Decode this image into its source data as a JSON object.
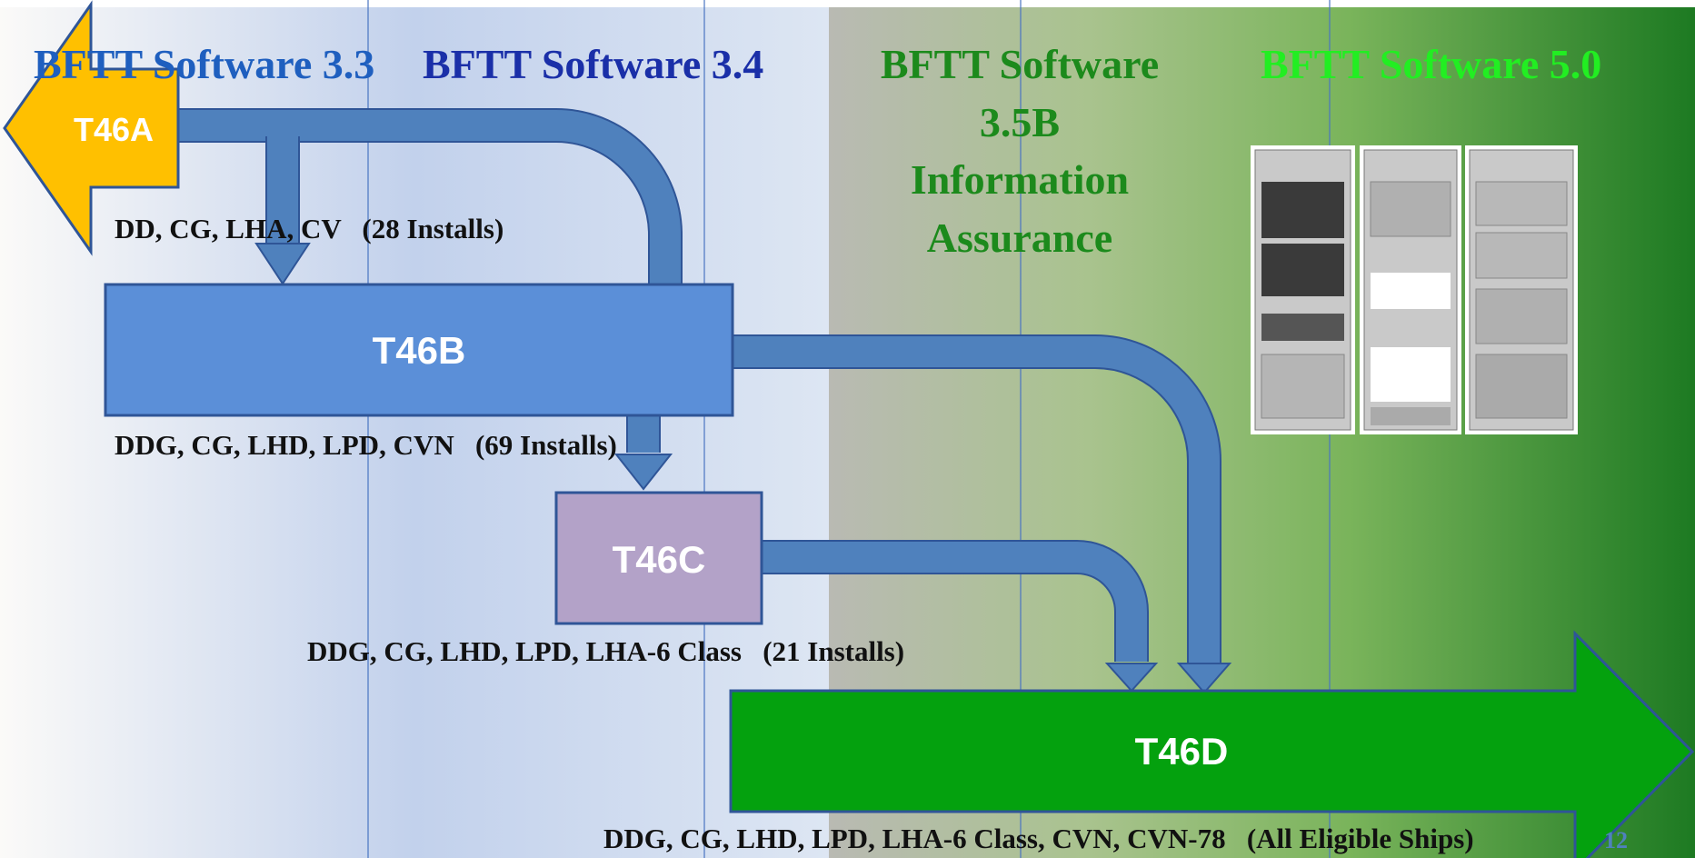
{
  "headers": {
    "v33": "BFTT Software 3.3",
    "v34": "BFTT Software 3.4",
    "v35_line1": "BFTT Software",
    "v35_line2": "3.5B",
    "v35_line3": "Information",
    "v35_line4": "Assurance",
    "v50": "BFTT Software 5.0"
  },
  "boxes": {
    "t46a": "T46A",
    "t46b": "T46B",
    "t46c": "T46C",
    "t46d": "T46D"
  },
  "captions": {
    "t46a": "DD, CG, LHA, CV   (28 Installs)",
    "t46b": "DDG, CG, LHD, LPD, CVN   (69 Installs)",
    "t46c": "DDG, CG, LHD, LPD, LHA-6 Class   (21 Installs)",
    "t46d": "DDG, CG, LHD, LPD, LHA-6 Class, CVN, CVN-78   (All Eligible Ships)"
  },
  "page_number": "12",
  "colors": {
    "header_v33": "#1f5fbf",
    "header_v34": "#1a2fa8",
    "header_v35": "#1c8a1c",
    "header_v50": "#22ee22",
    "t46a": "#ffc000",
    "t46b": "#5b8fd8",
    "t46c": "#b3a2c8",
    "t46d": "#04a10e",
    "flow": "#4f81bd"
  }
}
